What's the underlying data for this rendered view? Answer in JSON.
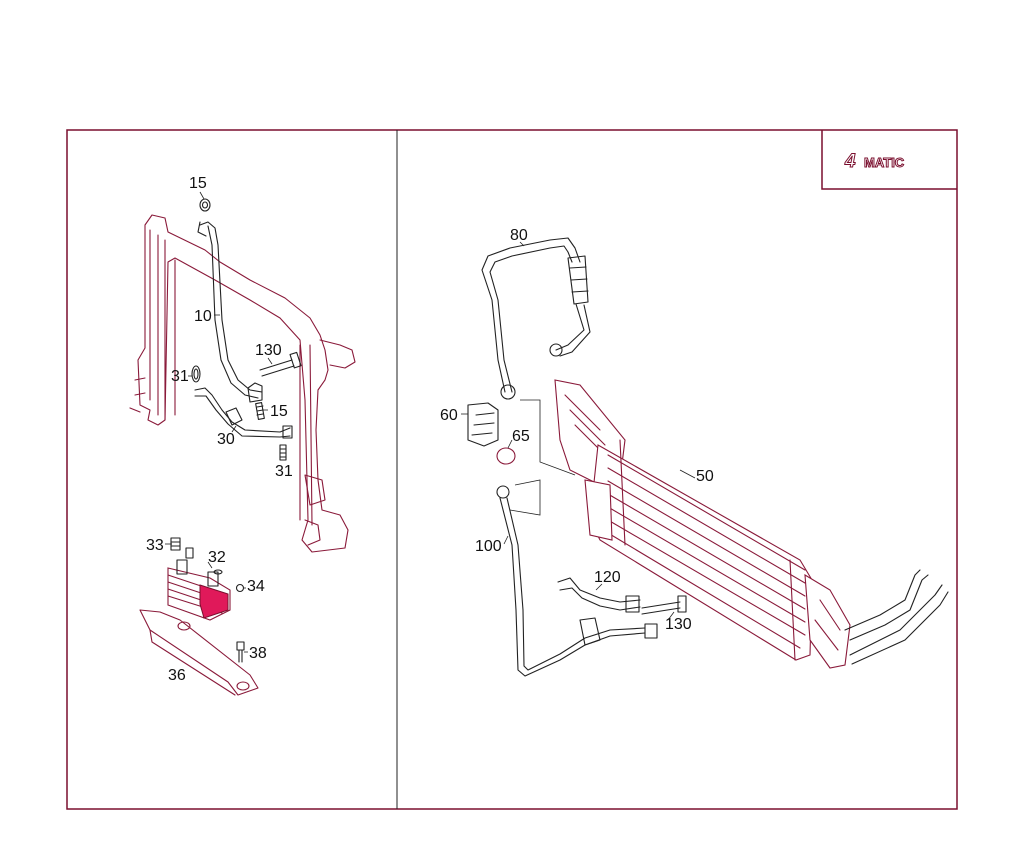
{
  "callouts": {
    "c15a": "15",
    "c10": "10",
    "c130a": "130",
    "c31a": "31",
    "c15b": "15",
    "c30": "30",
    "c31b": "31",
    "c33": "33",
    "c32": "32",
    "c34": "34",
    "c38": "38",
    "c36": "36",
    "c80": "80",
    "c60": "60",
    "c65": "65",
    "c50": "50",
    "c100": "100",
    "c120": "120",
    "c130b": "130"
  },
  "badge": {
    "digit": "4",
    "word": "MATIC"
  },
  "colors": {
    "frame": "#7a0f2e",
    "line": "#8a1a3a",
    "highlight": "#e0195a"
  }
}
